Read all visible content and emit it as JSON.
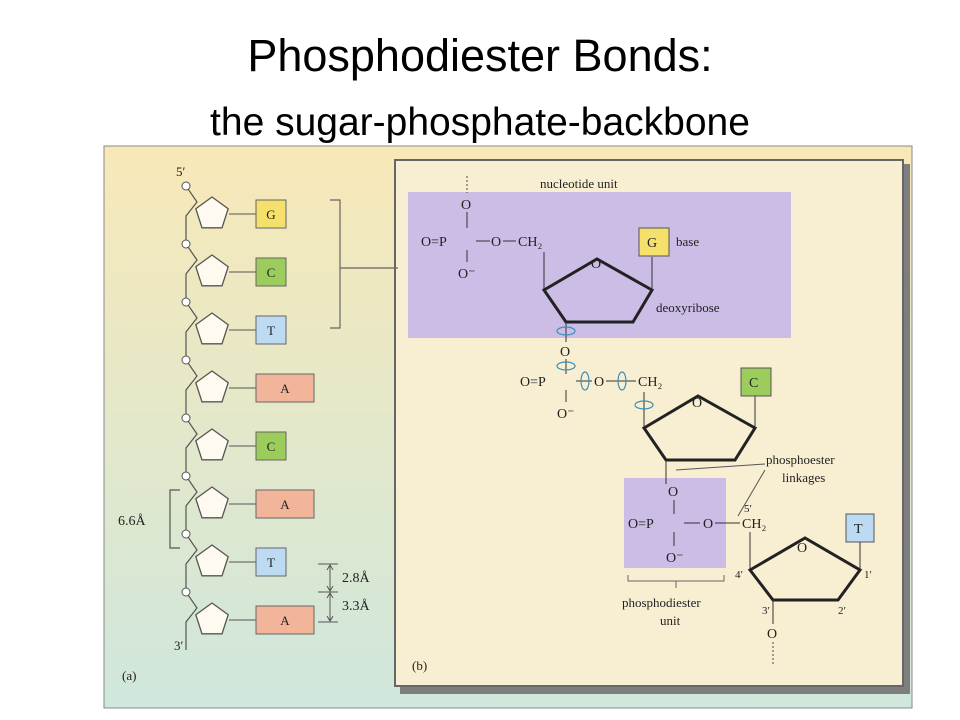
{
  "slide": {
    "title": "Phosphodiester Bonds:",
    "subtitle": "the sugar-phosphate-backbone"
  },
  "panel_a": {
    "label": "(a)",
    "five_prime": "5′",
    "three_prime": "3′",
    "bases": [
      "G",
      "C",
      "T",
      "A",
      "C",
      "A",
      "T",
      "A"
    ],
    "spacing_66": "6.6Å",
    "spacing_28": "2.8Å",
    "spacing_33": "3.3Å"
  },
  "panel_b": {
    "label": "(b)",
    "nucleotide_unit": "nucleotide unit",
    "base_label": "base",
    "deoxyribose_label": "deoxyribose",
    "linkages_line1": "phosphoester",
    "linkages_line2": "linkages",
    "diester_line1": "phosphodiester",
    "diester_line2": "unit",
    "bases": [
      "G",
      "C",
      "T"
    ],
    "atom_O": "O",
    "atom_Ominus": "O⁻",
    "atom_P": "P",
    "atom_OdoubleP": "O=P",
    "ch2": "CH₂",
    "pos_5": "5′",
    "pos_4": "4′",
    "pos_3": "3′",
    "pos_2": "2′",
    "pos_1": "1′"
  },
  "colors": {
    "panel_a_bg_top": "#f8e8b8",
    "panel_a_bg_bottom": "#cfe7dc",
    "panel_b_bg": "#f8efd2",
    "highlight": "#cbbde6",
    "G": "#f4e06a",
    "C": "#9ccc5c",
    "T": "#bcdaf2",
    "A": "#f2b59a"
  }
}
